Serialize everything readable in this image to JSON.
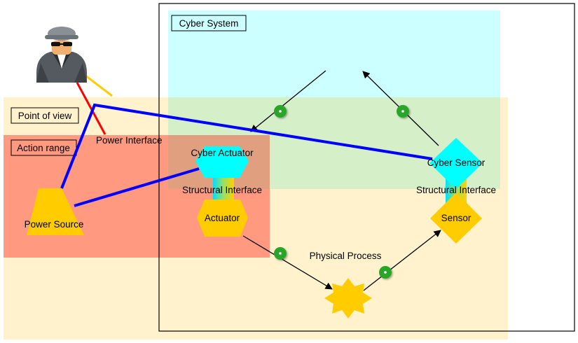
{
  "diagram": {
    "regions": {
      "cyber_system": {
        "label": "Cyber System"
      },
      "point_of_view": {
        "label": "Point of view"
      },
      "action_range": {
        "label": "Action range"
      }
    },
    "nodes": {
      "attacker": {
        "icon": "hacker-icon"
      },
      "power_source": {
        "label": "Power Source"
      },
      "cyber_actuator": {
        "label": "Cyber Actuator"
      },
      "actuator": {
        "label": "Actuator"
      },
      "cyber_sensor": {
        "label": "Cyber Sensor"
      },
      "sensor": {
        "label": "Sensor"
      },
      "physical_process": {
        "label": "Physical Process"
      }
    },
    "edge_labels": {
      "power_interface": "Power Interface",
      "structural_interface_left": "Structural Interface",
      "structural_interface_right": "Structural Interface"
    }
  },
  "colors": {
    "cyber_region": "#ccffff",
    "point_of_view": "#fff2cc",
    "action_range": "#ff9980",
    "overlap_green": "#d5efc8",
    "cyber_node": "#00ffff",
    "physical_node": "#ffcc00",
    "attack_path": "#0000ff",
    "power_line": "#ff0000",
    "waypoint": "#2aa52a"
  }
}
